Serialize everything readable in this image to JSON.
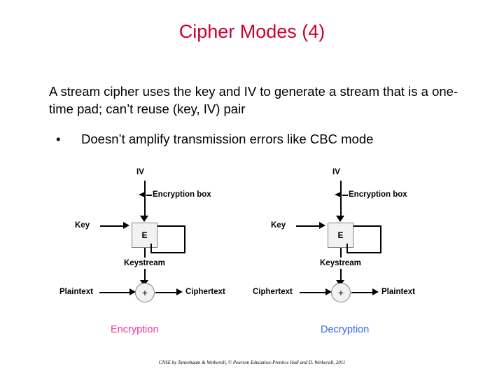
{
  "slide": {
    "title": "Cipher Modes (4)",
    "paragraph": "A stream cipher uses the key and IV to generate a stream that is a one-time pad; can’t reuse (key, IV) pair",
    "bullet_marker": "•",
    "bullet_text": "Doesn’t amplify transmission errors like CBC mode",
    "footer": "CNSE by Tanenbaum & Wetherall, © Pearson Education-Prentice Hall and D. Wetherall, 2011"
  },
  "diagram": {
    "encryption": {
      "caption": "Encryption",
      "iv_label": "IV",
      "encryption_box_label": "Encryption box",
      "key_label": "Key",
      "e_box_label": "E",
      "keystream_label": "Keystream",
      "input_label": "Plaintext",
      "output_label": "Ciphertext",
      "xor_symbol": "+"
    },
    "decryption": {
      "caption": "Decryption",
      "iv_label": "IV",
      "encryption_box_label": "Encryption box",
      "key_label": "Key",
      "e_box_label": "E",
      "keystream_label": "Keystream",
      "input_label": "Ciphertext",
      "output_label": "Plaintext",
      "xor_symbol": "+"
    }
  },
  "colors": {
    "title": "#cc0033",
    "encryption_caption": "#ff3399",
    "decryption_caption": "#3366ff",
    "body_text": "#000000",
    "background": "#ffffff"
  }
}
